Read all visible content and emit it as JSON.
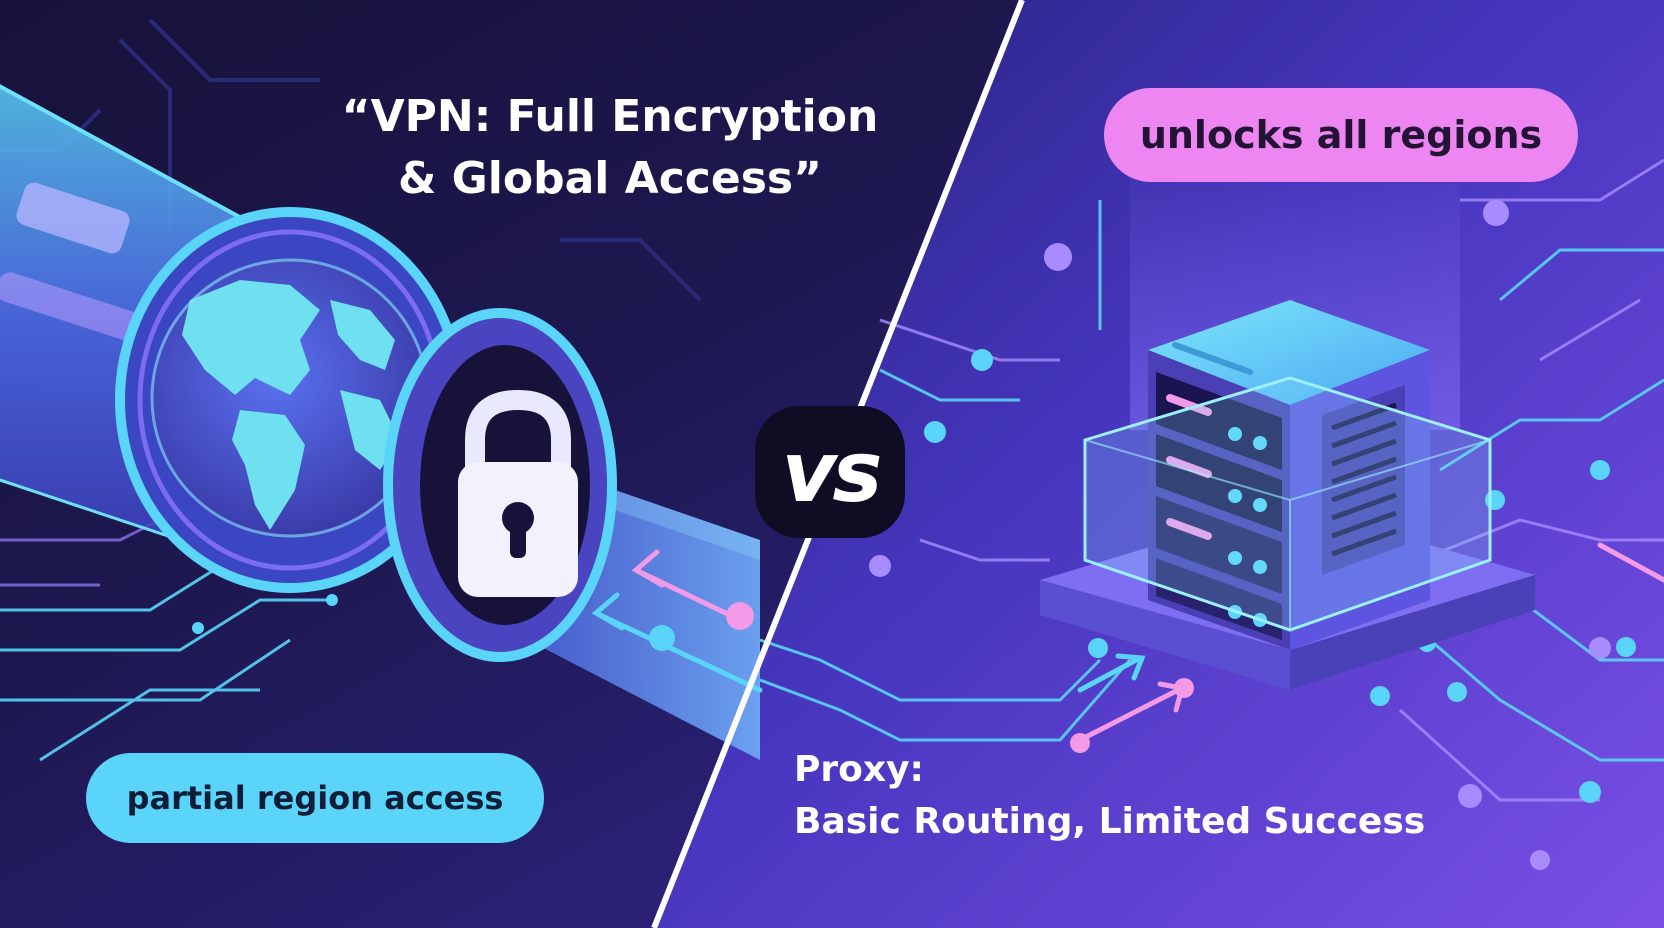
{
  "vpn": {
    "title_line1": "“VPN: Full Encryption",
    "title_line2": "& Global Access”",
    "badge": "partial region access"
  },
  "proxy": {
    "title_line1": "Proxy:",
    "title_line2": "Basic Routing, Limited Success",
    "badge": "unlocks all regions"
  },
  "versus": "vs",
  "colors": {
    "left_background": "#151233",
    "right_background": "#4c3bc4",
    "cyan_accent": "#5ad4f8",
    "pink_accent": "#ee86f1",
    "divider": "#ffffff"
  },
  "icons": [
    "globe-icon",
    "padlock-icon",
    "server-icon"
  ]
}
